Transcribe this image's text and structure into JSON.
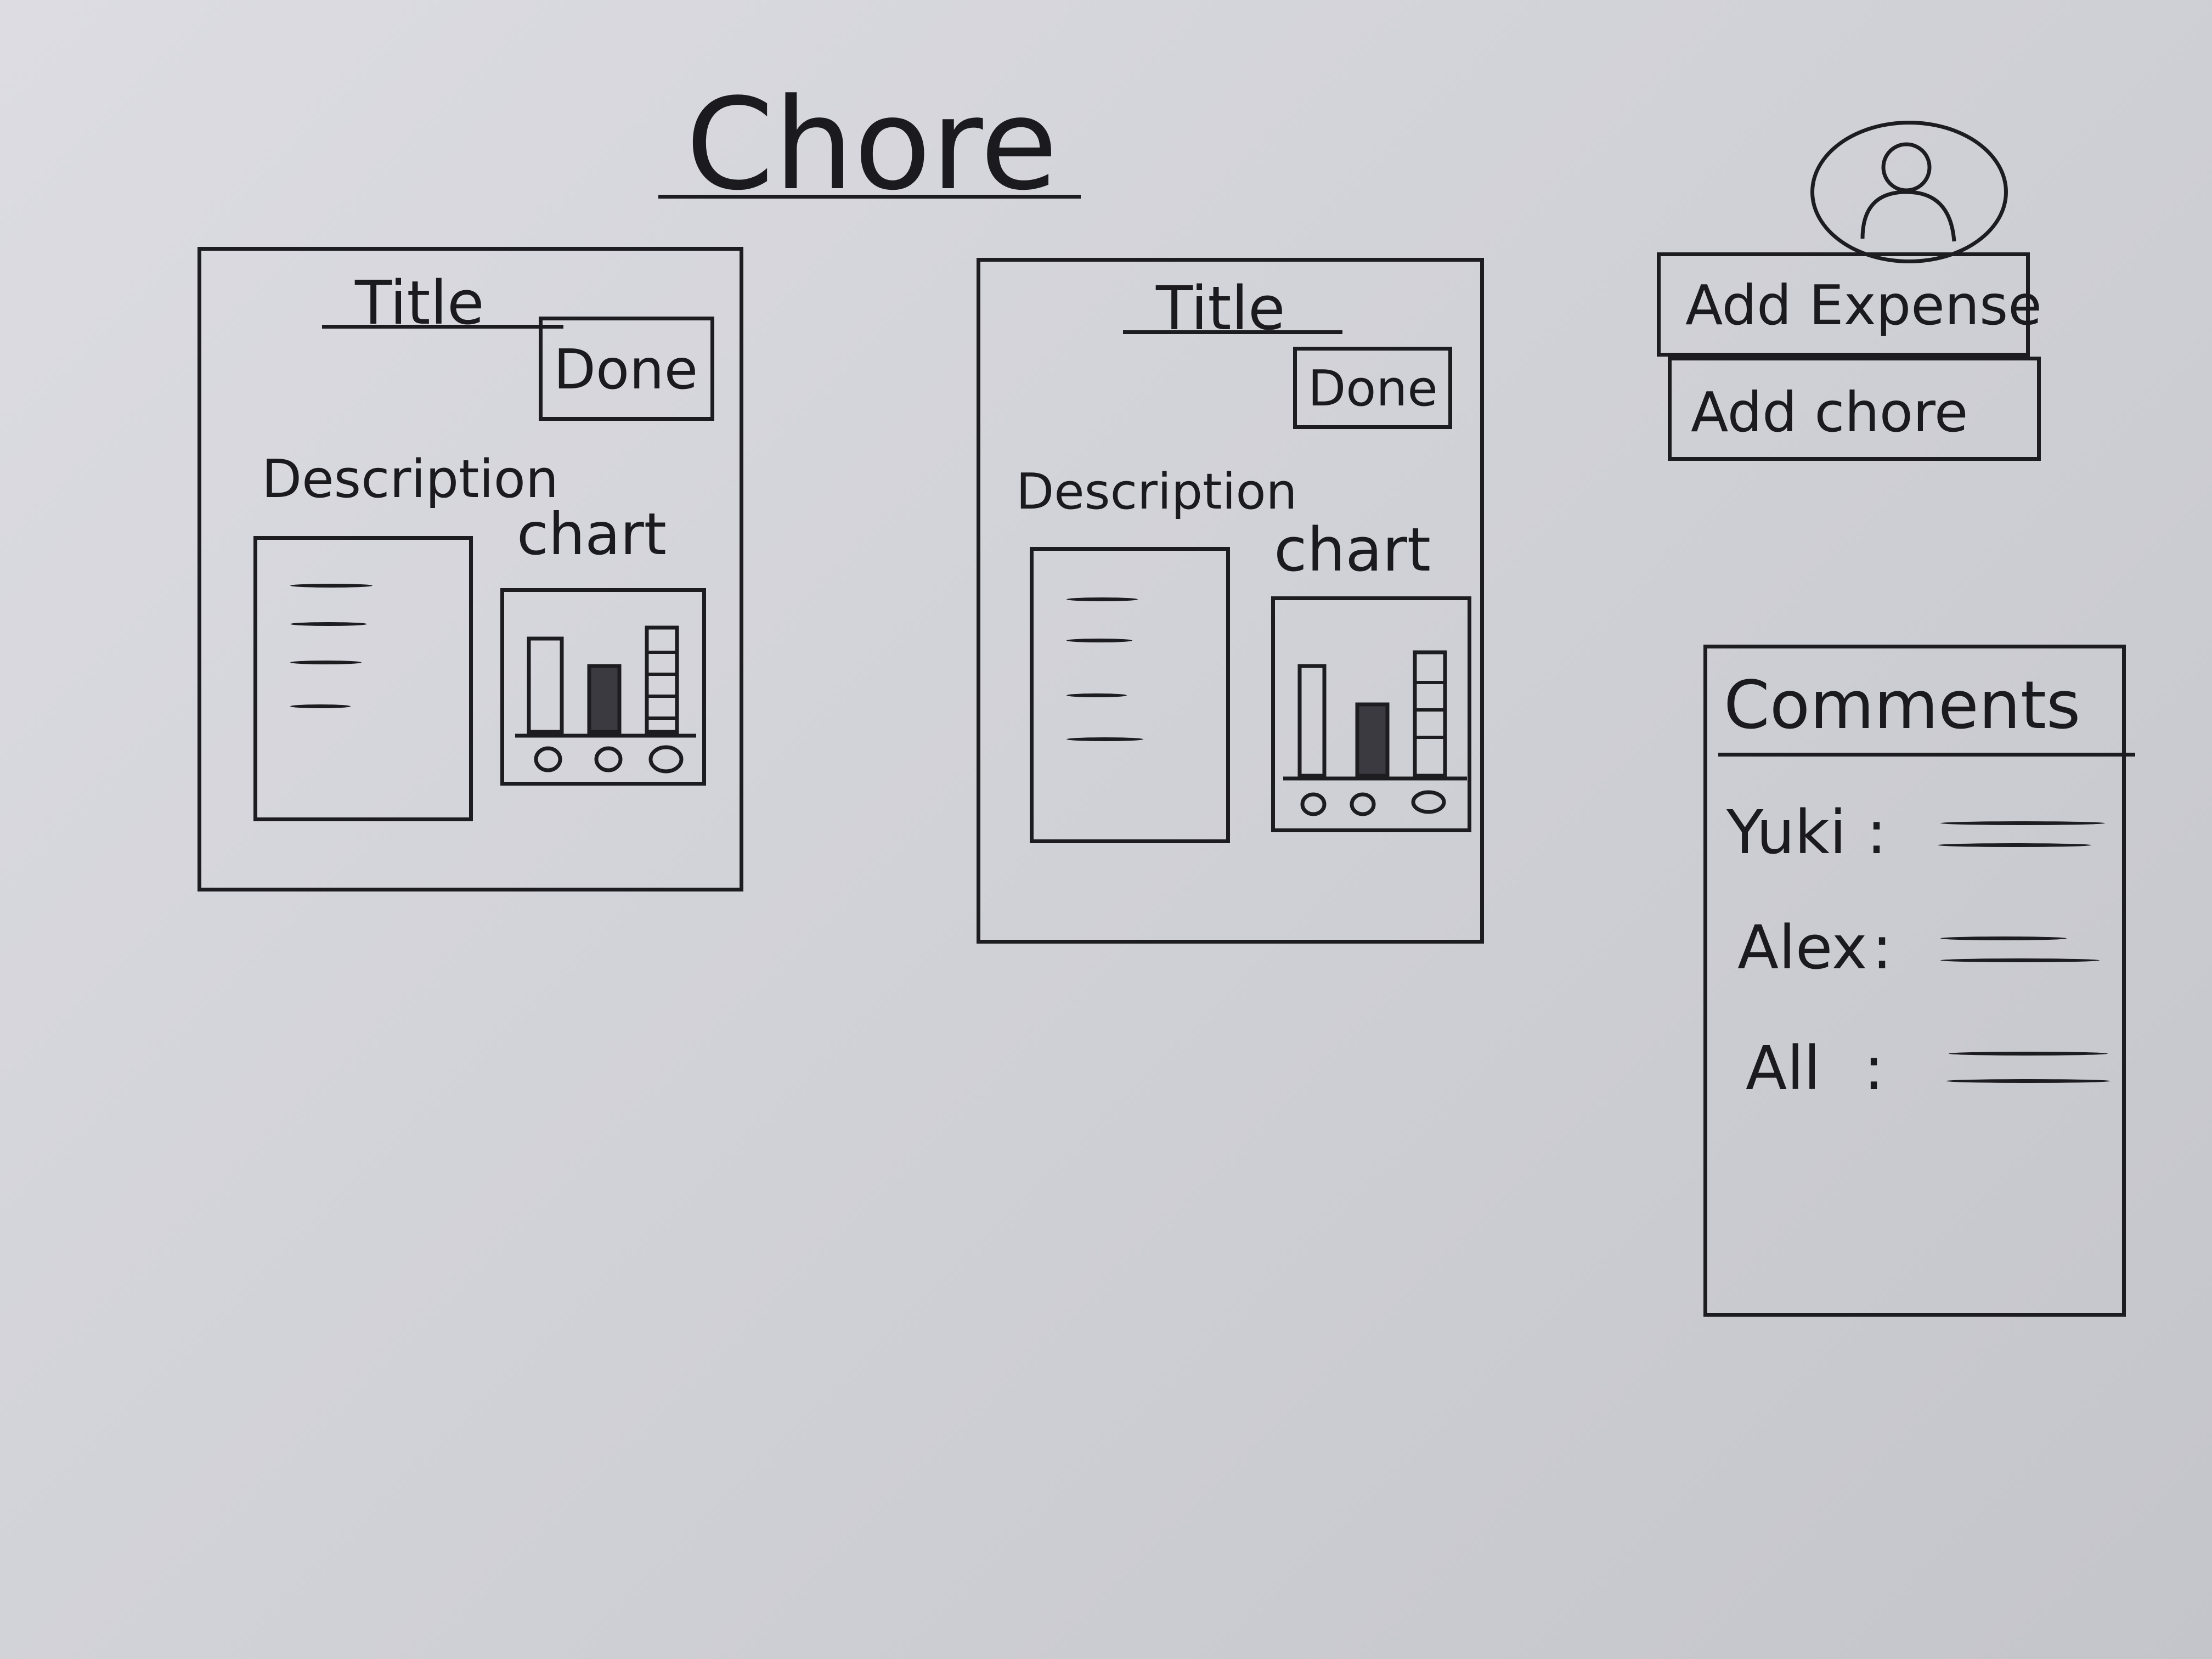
{
  "page": {
    "title": "Chore"
  },
  "toolbar": {
    "add_expense_label": "Add Expense",
    "add_chore_label": "Add chore",
    "profile_icon": "user-icon"
  },
  "cards": [
    {
      "title": "Title",
      "done_label": "Done",
      "description_label": "Description",
      "chart_label": "chart"
    },
    {
      "title": "Title",
      "done_label": "Done",
      "description_label": "Description",
      "chart_label": "chart"
    }
  ],
  "comments": {
    "header": "Comments",
    "items": [
      {
        "author": "Yuki",
        "separator": ":"
      },
      {
        "author": "Alex",
        "separator": ":"
      },
      {
        "author": "All",
        "separator": ":"
      }
    ]
  },
  "colors": {
    "ink": "#1d1d21",
    "paper": "#e6e7ed"
  }
}
